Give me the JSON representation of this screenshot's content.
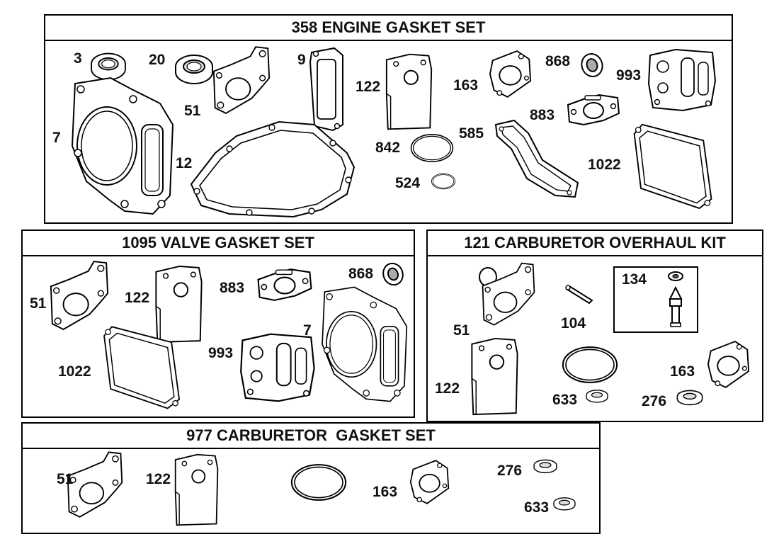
{
  "panels": {
    "engine": {
      "title": "358 ENGINE GASKET SET",
      "labels": {
        "p3": "3",
        "p20": "20",
        "p51": "51",
        "p9": "9",
        "p122": "122",
        "p163": "163",
        "p868": "868",
        "p993": "993",
        "p7": "7",
        "p12": "12",
        "p842": "842",
        "p585": "585",
        "p883": "883",
        "p1022": "1022",
        "p524": "524"
      }
    },
    "valve": {
      "title": "1095 VALVE GASKET SET",
      "labels": {
        "p51": "51",
        "p122": "122",
        "p883": "883",
        "p868": "868",
        "p7": "7",
        "p993": "993",
        "p1022": "1022"
      }
    },
    "carb_kit": {
      "title": "121 CARBURETOR OVERHAUL KIT",
      "labels": {
        "p51": "51",
        "p104": "104",
        "p134": "134",
        "p122": "122",
        "p163": "163",
        "p633": "633",
        "p276": "276"
      }
    },
    "carb_gasket": {
      "title": "977 CARBURETOR  GASKET SET",
      "labels": {
        "p51": "51",
        "p122": "122",
        "p163": "163",
        "p276": "276",
        "p633": "633"
      }
    }
  }
}
